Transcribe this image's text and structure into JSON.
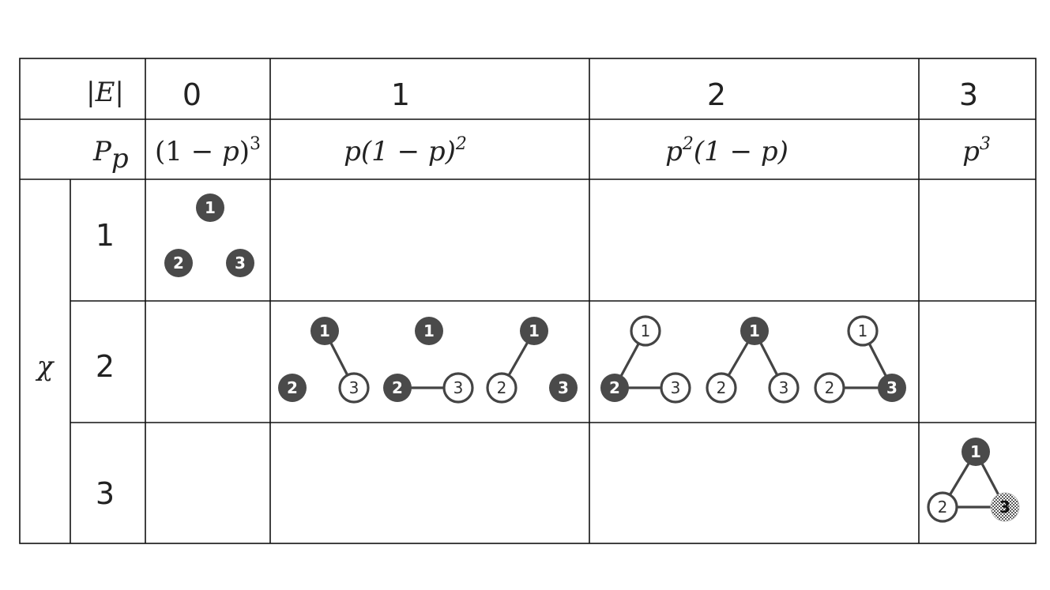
{
  "header": {
    "edges_symbol": "|E|",
    "prob_symbol": "P",
    "prob_subscript": "p",
    "edge_counts": [
      "0",
      "1",
      "2",
      "3"
    ]
  },
  "probabilities": [
    {
      "pre": "(1 − ",
      "var": "p",
      "post": ")",
      "sup": "3"
    },
    {
      "pre": "p(1 − ",
      "var": "p",
      "post": ")",
      "sup": "2"
    },
    {
      "pre": "p",
      "sup": "2",
      "post": "(1 − p)"
    },
    {
      "pre": "p",
      "sup": "3"
    }
  ],
  "chi": {
    "symbol": "χ",
    "values": [
      "1",
      "2",
      "3"
    ]
  },
  "graphs": {
    "r1c0": {
      "nodes": [
        [
          "1",
          "filled"
        ],
        [
          "2",
          "filled"
        ],
        [
          "3",
          "filled"
        ]
      ],
      "edges": []
    },
    "r2c1": [
      {
        "nodes": [
          [
            "1",
            "filled"
          ],
          [
            "2",
            "filled"
          ],
          [
            "3",
            "open"
          ]
        ],
        "edges": [
          [
            "1",
            "3"
          ]
        ]
      },
      {
        "nodes": [
          [
            "1",
            "filled"
          ],
          [
            "2",
            "filled"
          ],
          [
            "3",
            "open"
          ]
        ],
        "edges": [
          [
            "2",
            "3"
          ]
        ]
      },
      {
        "nodes": [
          [
            "1",
            "filled"
          ],
          [
            "2",
            "open"
          ],
          [
            "3",
            "filled"
          ]
        ],
        "edges": [
          [
            "1",
            "2"
          ]
        ]
      }
    ],
    "r2c2": [
      {
        "nodes": [
          [
            "1",
            "open"
          ],
          [
            "2",
            "filled"
          ],
          [
            "3",
            "open"
          ]
        ],
        "edges": [
          [
            "1",
            "2"
          ],
          [
            "2",
            "3"
          ]
        ]
      },
      {
        "nodes": [
          [
            "1",
            "filled"
          ],
          [
            "2",
            "open"
          ],
          [
            "3",
            "open"
          ]
        ],
        "edges": [
          [
            "1",
            "2"
          ],
          [
            "1",
            "3"
          ]
        ]
      },
      {
        "nodes": [
          [
            "1",
            "open"
          ],
          [
            "2",
            "open"
          ],
          [
            "3",
            "filled"
          ]
        ],
        "edges": [
          [
            "1",
            "3"
          ],
          [
            "2",
            "3"
          ]
        ]
      }
    ],
    "r3c3": {
      "nodes": [
        [
          "1",
          "filled"
        ],
        [
          "2",
          "open"
        ],
        [
          "3",
          "hatched"
        ]
      ],
      "edges": [
        [
          "1",
          "2"
        ],
        [
          "1",
          "3"
        ],
        [
          "2",
          "3"
        ]
      ]
    }
  },
  "colors": {
    "node_fill": "#4a4a4a",
    "node_stroke": "#444444",
    "line": "#111111"
  }
}
